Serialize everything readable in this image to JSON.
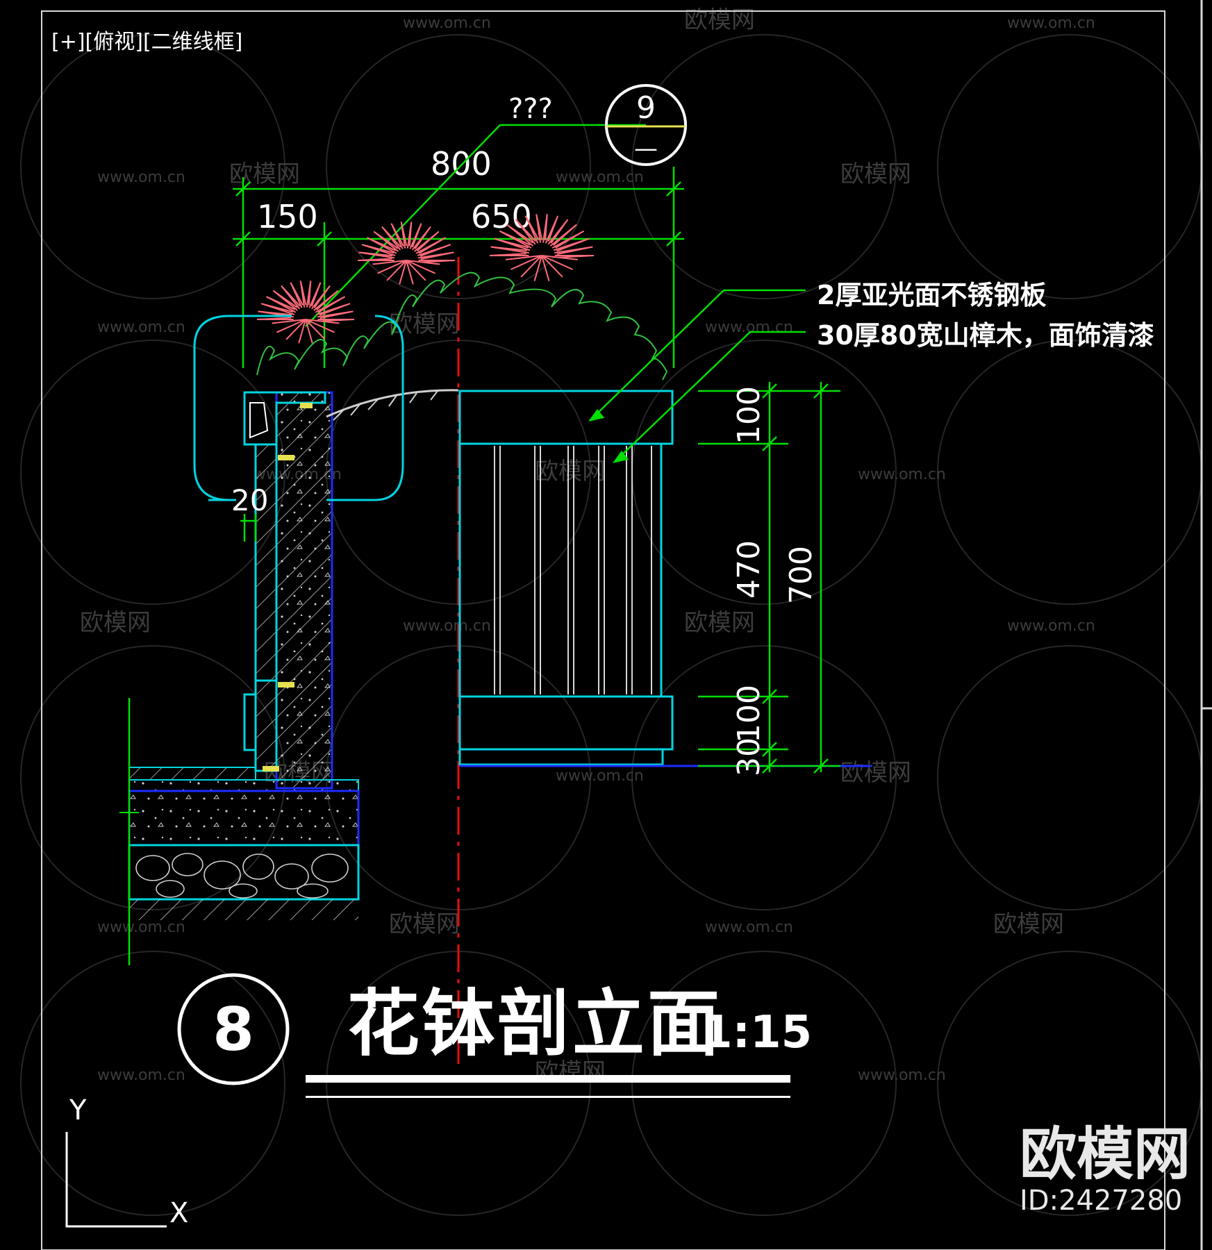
{
  "viewport_label": "[+][俯视][二维线框]",
  "callout": {
    "text": "???",
    "sheet_number": "9",
    "sheet_ref": "—"
  },
  "dimensions": {
    "total_width": "800",
    "left_width": "150",
    "right_width": "650",
    "gap": "20",
    "h_top": "100",
    "h_mid": "470",
    "h_total": "700",
    "h_bottom": "100",
    "h_base": "30"
  },
  "notes": {
    "line1": "2厚亚光面不锈钢板",
    "line2": "30厚80宽山樟木，面饰清漆"
  },
  "title": {
    "number": "8",
    "text": "花钵剖立面",
    "scale": "1:15"
  },
  "axes": {
    "y": "Y",
    "x": "X"
  },
  "watermark": {
    "brand": "欧模网",
    "url": "www.om.cn",
    "id": "ID:2427280"
  },
  "colors": {
    "dimension": "#00e000",
    "outline": "#00d5e0",
    "section": "#1e2cff",
    "centerline": "#e01010",
    "plant_red": "#ff6b7a",
    "plant_green": "#33c040",
    "anchor": "#e6e050"
  }
}
